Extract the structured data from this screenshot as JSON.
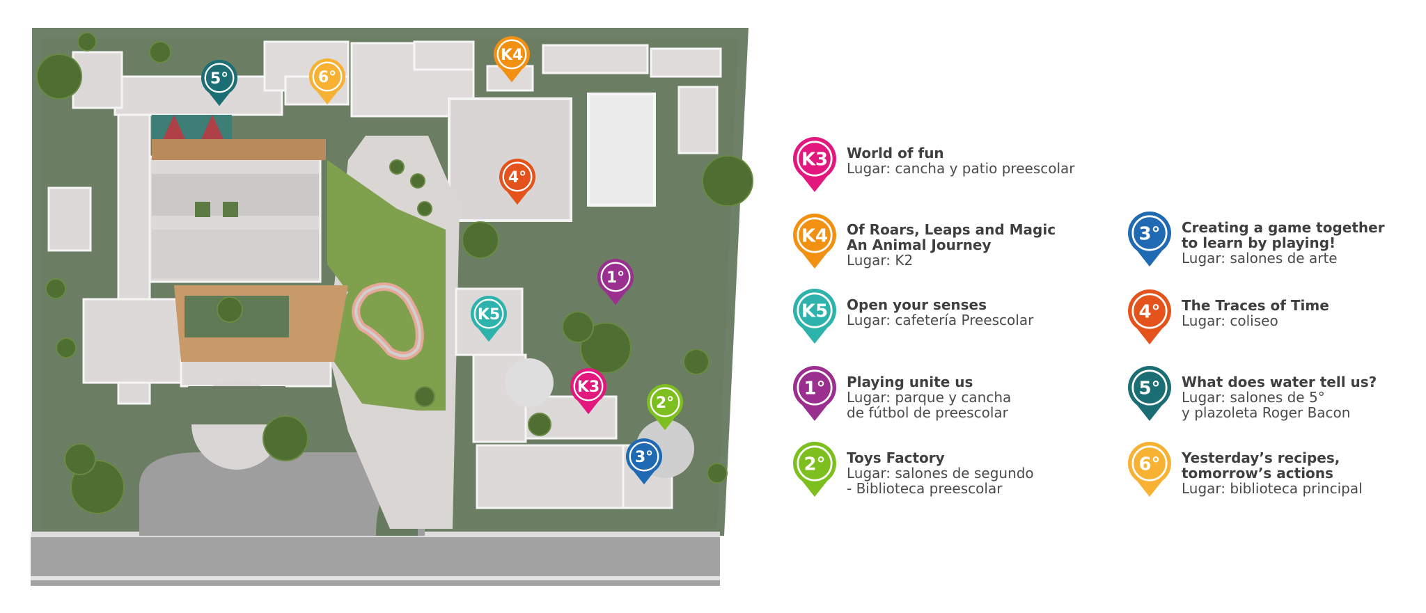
{
  "colors": {
    "K3": "#e2187f",
    "K4": "#f29111",
    "K5": "#2db3ac",
    "1": "#9b2f8f",
    "2": "#7cbf1f",
    "3": "#1f6ab3",
    "4": "#e5531c",
    "5": "#1b6e74",
    "6": "#f7b233"
  },
  "map_pins": [
    {
      "id": "5",
      "label": "5°",
      "icon": "map-pin-icon"
    },
    {
      "id": "6",
      "label": "6°",
      "icon": "map-pin-icon"
    },
    {
      "id": "K4",
      "label": "K4",
      "icon": "map-pin-icon"
    },
    {
      "id": "4",
      "label": "4°",
      "icon": "map-pin-icon"
    },
    {
      "id": "1",
      "label": "1°",
      "icon": "map-pin-icon"
    },
    {
      "id": "K5",
      "label": "K5",
      "icon": "map-pin-icon"
    },
    {
      "id": "K3",
      "label": "K3",
      "icon": "map-pin-icon"
    },
    {
      "id": "2",
      "label": "2°",
      "icon": "map-pin-icon"
    },
    {
      "id": "3",
      "label": "3°",
      "icon": "map-pin-icon"
    }
  ],
  "legend": [
    {
      "id": "K3",
      "label": "K3",
      "title": "World of fun",
      "place": "Lugar: cancha y patio preescolar"
    },
    {
      "id": "K4",
      "label": "K4",
      "title": "Of Roars, Leaps and Magic\nAn Animal Journey",
      "place": "Lugar: K2"
    },
    {
      "id": "K5",
      "label": "K5",
      "title": "Open your senses",
      "place": "Lugar: cafetería Preescolar"
    },
    {
      "id": "1",
      "label": "1°",
      "title": "Playing unite us",
      "place": "Lugar: parque y cancha\nde fútbol de preescolar"
    },
    {
      "id": "2",
      "label": "2°",
      "title": "Toys Factory",
      "place": "Lugar: salones de segundo\n-   Biblioteca preescolar"
    },
    {
      "id": "3",
      "label": "3°",
      "title": "Creating a game together\nto learn by playing!",
      "place": "Lugar: salones de arte"
    },
    {
      "id": "4",
      "label": "4°",
      "title": "The Traces of Time",
      "place": "Lugar: coliseo"
    },
    {
      "id": "5",
      "label": "5°",
      "title": "What does water tell us?",
      "place": "Lugar: salones de 5°\ny plazoleta Roger Bacon"
    },
    {
      "id": "6",
      "label": "6°",
      "title": "Yesterday’s recipes,\ntomorrow’s actions",
      "place": "Lugar: biblioteca principal"
    }
  ]
}
